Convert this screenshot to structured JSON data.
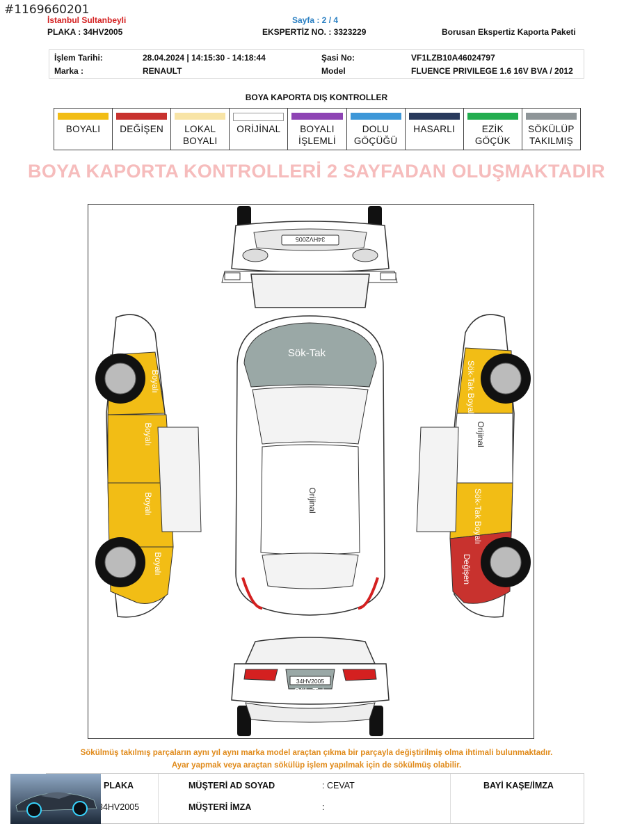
{
  "listing_id": "#1169660201",
  "header": {
    "branch": "İstanbul Sultanbeyli",
    "page": "Sayfa : 2 / 4",
    "plaka": "PLAKA : 34HV2005",
    "ekspertiz_no": "EKSPERTİZ NO. : 3323229",
    "package": "Borusan Ekspertiz Kaporta Paketi"
  },
  "info": {
    "date_label": "İşlem Tarihi:",
    "date_value": "28.04.2024 | 14:15:30 - 14:18:44",
    "make_label": "Marka :",
    "make_value": "RENAULT",
    "vin_label": "Şasi No:",
    "vin_value": "VF1LZB10A46024797",
    "model_label": "Model",
    "model_value": "FLUENCE PRIVILEGE 1.6 16V BVA / 2012"
  },
  "section_title": "BOYA KAPORTA DIŞ KONTROLLER",
  "legend": [
    {
      "label": "BOYALI",
      "color": "#f2bd15"
    },
    {
      "label": "DEĞİŞEN",
      "color": "#c8322e"
    },
    {
      "label": "LOKAL\nBOYALI",
      "color": "#f8e4a6"
    },
    {
      "label": "ORİJİNAL",
      "color": "#ffffff"
    },
    {
      "label": "BOYALI\nİŞLEMLİ",
      "color": "#8e44b4"
    },
    {
      "label": "DOLU\nGÖÇÜĞÜ",
      "color": "#3d97d8"
    },
    {
      "label": "HASARLI",
      "color": "#283a5c"
    },
    {
      "label": "EZİK\nGÖÇÜK",
      "color": "#22ad4f"
    },
    {
      "label": "SÖKÜLÜP\nTAKILMIŞ",
      "color": "#8e9598"
    }
  ],
  "banner": "BOYA KAPORTA KONTROLLERİ 2 SAYFADAN OLUŞMAKTADIR",
  "diagram": {
    "front_plate": "34HV2005",
    "rear_plate": "34HV2005",
    "hood_label": "Sök-Tak",
    "roof_label": "Orijinal",
    "trunk_label": "Sök-Tak",
    "left_side": {
      "front_fender": "Boyalı",
      "front_door": "Boyalı",
      "rear_door": "Boyalı",
      "rear_fender": "Boyalı"
    },
    "right_side": {
      "front_fender": "Sök-Tak Boyalı",
      "front_door": "Orijinal",
      "rear_door": "Sök-Tak Boyalı",
      "rear_fender": "Değişen"
    },
    "colors": {
      "painted": "#f2bd15",
      "changed": "#c8322e",
      "removed": "#9aa8a6",
      "original": "#ffffff"
    }
  },
  "note_line1": "Sökülmüş takılmış parçaların aynı yıl aynı marka model araçtan çıkma bir parçayla değiştirilmiş olma ihtimali bulunmaktadır.",
  "note_line2": "Ayar yapmak veya araçtan sökülüp işlem yapılmak için de sökülmüş olabilir.",
  "footer": {
    "plaka_label": "PLAKA",
    "plaka_value": "34HV2005",
    "customer_label": "MÜŞTERİ AD SOYAD",
    "customer_value": ": CEVAT",
    "signature_label": "MÜŞTERİ İMZA",
    "signature_value": ":",
    "dealer_label": "BAYİ KAŞE/İMZA"
  }
}
